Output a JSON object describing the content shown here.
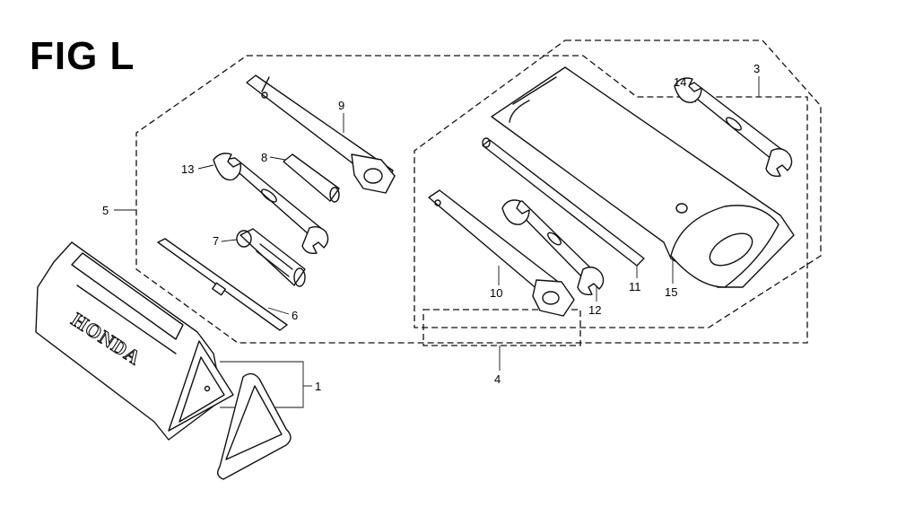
{
  "figure": {
    "title": "FIG L",
    "brand_text": "HONDA"
  },
  "callouts": [
    {
      "id": "c1",
      "label": "1"
    },
    {
      "id": "c3",
      "label": "3"
    },
    {
      "id": "c4",
      "label": "4"
    },
    {
      "id": "c5",
      "label": "5"
    },
    {
      "id": "c6",
      "label": "6"
    },
    {
      "id": "c7",
      "label": "7"
    },
    {
      "id": "c8",
      "label": "8"
    },
    {
      "id": "c9",
      "label": "9"
    },
    {
      "id": "c10",
      "label": "10"
    },
    {
      "id": "c11",
      "label": "11"
    },
    {
      "id": "c12",
      "label": "12"
    },
    {
      "id": "c13",
      "label": "13"
    },
    {
      "id": "c14",
      "label": "14"
    },
    {
      "id": "c15",
      "label": "15"
    }
  ]
}
